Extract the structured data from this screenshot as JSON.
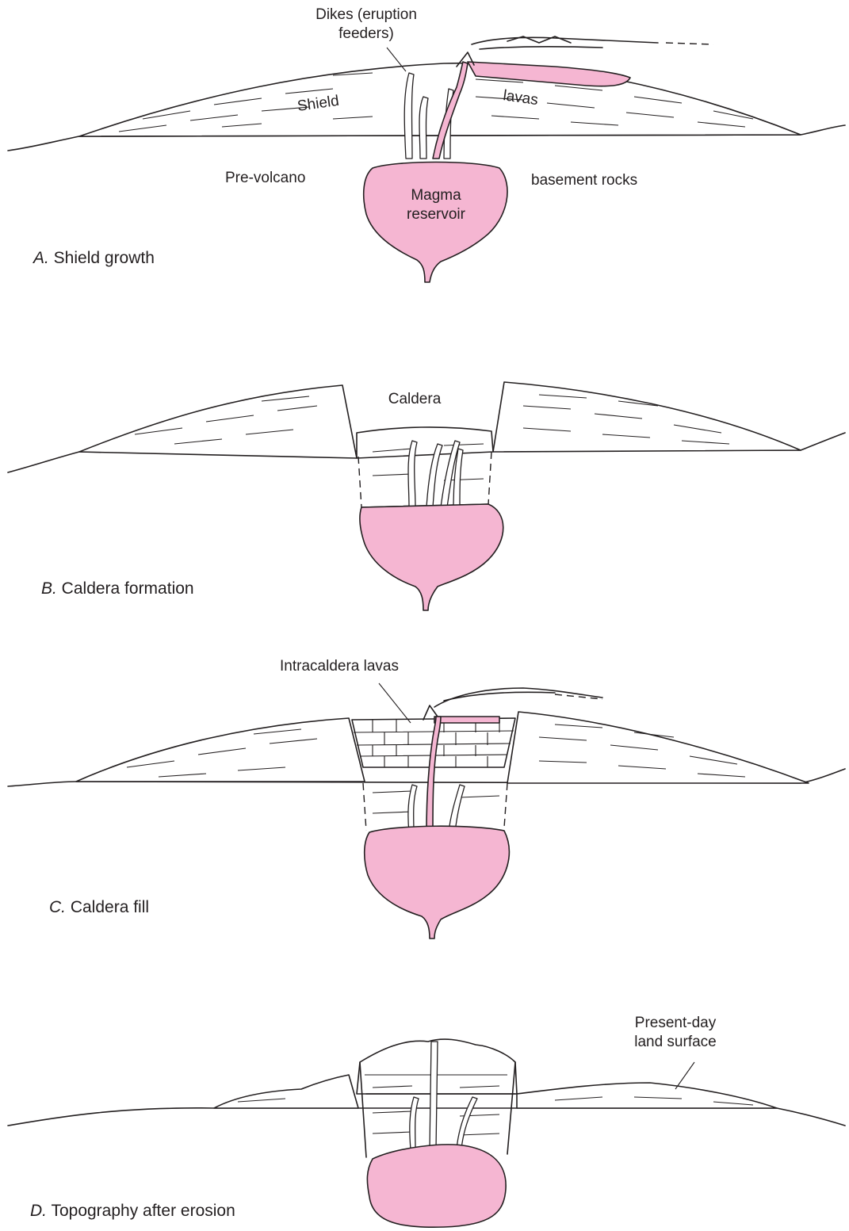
{
  "colors": {
    "magma": "#f5b6d2",
    "ink": "#231f20",
    "background": "#ffffff"
  },
  "panel_a": {
    "caption_letter": "A.",
    "caption_text": " Shield growth",
    "label_dikes_line1": "Dikes (eruption",
    "label_dikes_line2": "feeders)",
    "label_shield": "Shield",
    "label_lavas": "lavas",
    "label_pre_volcano": "Pre-volcano",
    "label_basement": "basement rocks",
    "label_magma_line1": "Magma",
    "label_magma_line2": "reservoir"
  },
  "panel_b": {
    "caption_letter": "B.",
    "caption_text": " Caldera formation",
    "label_caldera": "Caldera"
  },
  "panel_c": {
    "caption_letter": "C.",
    "caption_text": " Caldera fill",
    "label_intracaldera": "Intracaldera lavas"
  },
  "panel_d": {
    "caption_letter": "D.",
    "caption_text": " Topography after erosion",
    "label_surface_line1": "Present-day",
    "label_surface_line2": "land surface"
  }
}
